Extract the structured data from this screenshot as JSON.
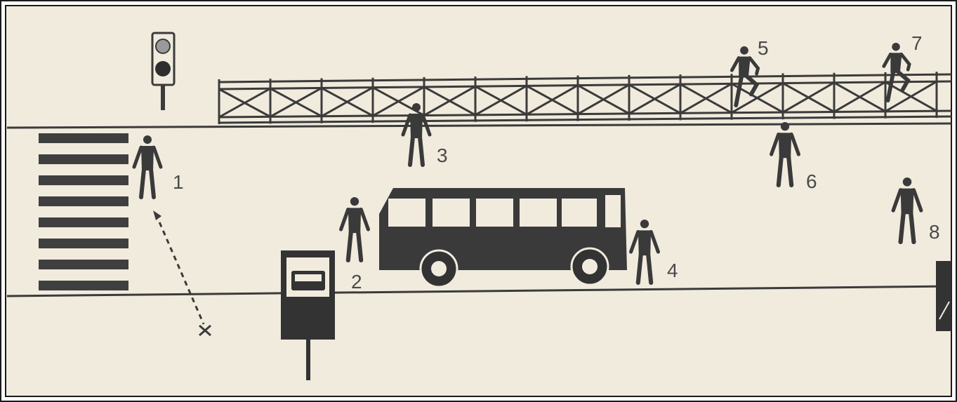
{
  "colors": {
    "paper": "#f1ebde",
    "ink": "#3b3b3b",
    "ink_dark": "#2a2a2a",
    "frame": "#1a1a1a",
    "label": "#4a4a4a"
  },
  "icons": {
    "traffic_light": "traffic-light-icon",
    "bus_stop": "bus-stop-sign-icon",
    "bus": "bus-icon",
    "pedestrian": "pedestrian-icon",
    "crosswalk": "crosswalk-icon",
    "fence": "fence-icon",
    "path_marker": "cross-mark-icon"
  },
  "pedestrians": [
    {
      "label": "1"
    },
    {
      "label": "2"
    },
    {
      "label": "3"
    },
    {
      "label": "4"
    },
    {
      "label": "5"
    },
    {
      "label": "6"
    },
    {
      "label": "7"
    },
    {
      "label": "8"
    }
  ]
}
